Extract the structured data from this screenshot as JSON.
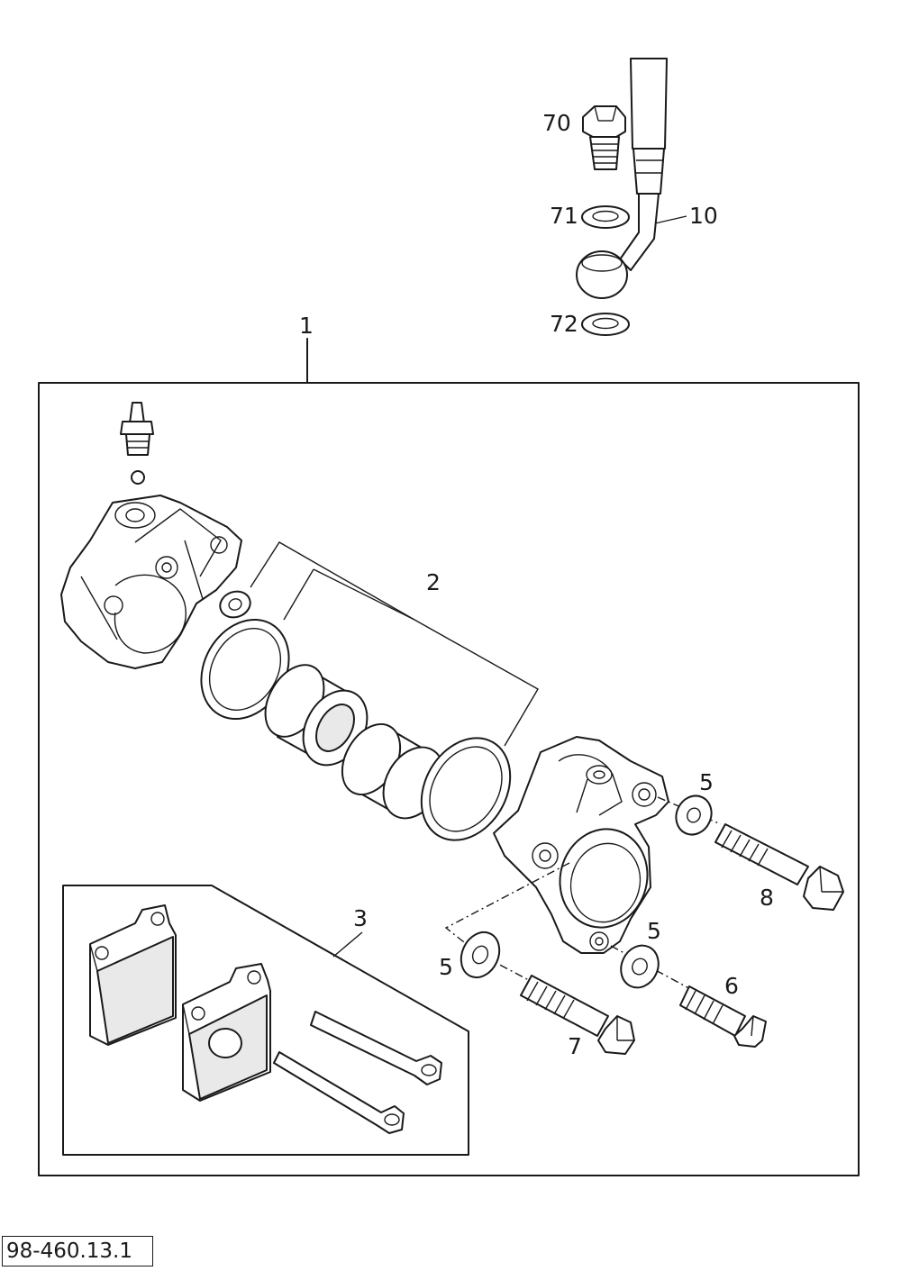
{
  "diagram_reference": "98-460.13.1",
  "callouts": {
    "c1": "1",
    "c2": "2",
    "c3": "3",
    "c5a": "5",
    "c5b": "5",
    "c5c": "5",
    "c6": "6",
    "c7": "7",
    "c8": "8",
    "c10": "10",
    "c70": "70",
    "c71": "71",
    "c72": "72"
  },
  "colors": {
    "line": "#1a1a1a",
    "background": "#ffffff",
    "shade": "#e9e9e9"
  }
}
